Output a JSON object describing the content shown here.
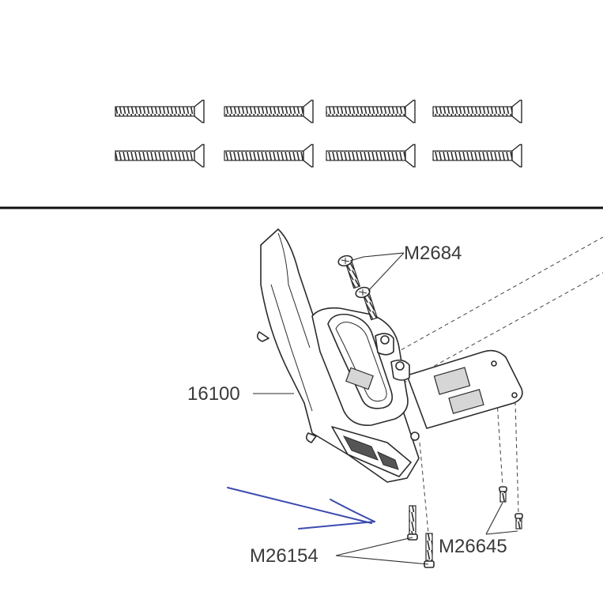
{
  "labels": {
    "top_screws": "M2684",
    "bumper": "16100",
    "long_screws": "M26154",
    "short_screws": "M26645"
  },
  "colors": {
    "line_art": "#2b2b2b",
    "divider": "#111111",
    "pointer_arrow": "#3b4bb0"
  },
  "loose_screw_grid": {
    "rows": 2,
    "columns": 4
  }
}
